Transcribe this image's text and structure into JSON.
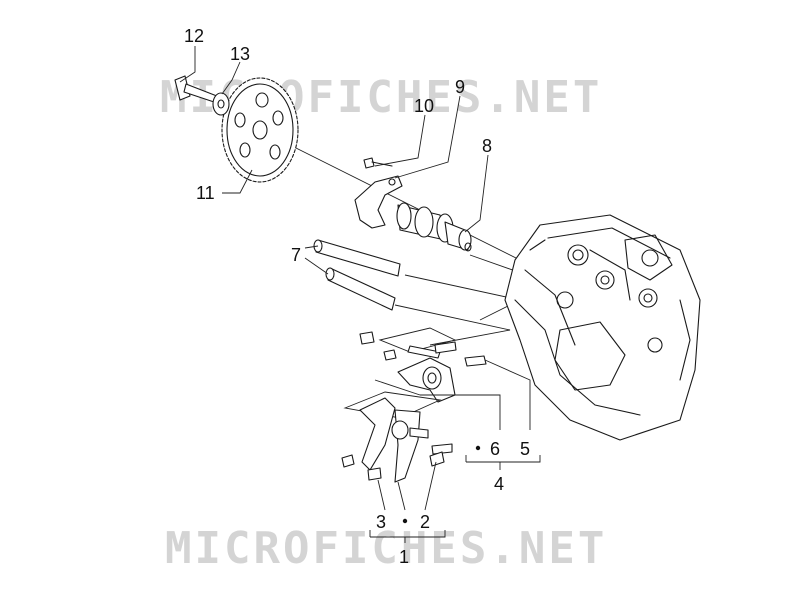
{
  "watermark": {
    "top": "MICROFICHES.NET",
    "bottom": "MICROFICHES.NET",
    "color": "#d4d4d4"
  },
  "callouts": {
    "c1": "1",
    "c2": "2",
    "c3": "3",
    "c4": "4",
    "c5": "5",
    "c6": "6",
    "c7": "7",
    "c8": "8",
    "c9": "9",
    "c10": "10",
    "c11": "11",
    "c12": "12",
    "c13": "13"
  },
  "colors": {
    "line": "#1a1a1a",
    "background": "#ffffff"
  }
}
